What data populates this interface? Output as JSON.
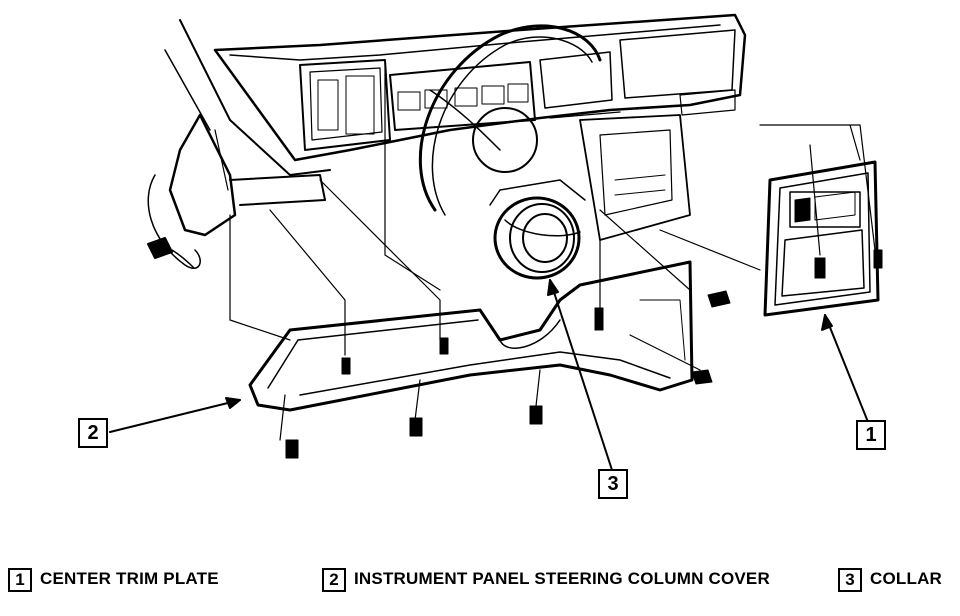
{
  "callouts": [
    "1",
    "2",
    "3"
  ],
  "legend": [
    {
      "number": "1",
      "label": "CENTER TRIM PLATE"
    },
    {
      "number": "2",
      "label": "INSTRUMENT PANEL STEERING COLUMN COVER"
    },
    {
      "number": "3",
      "label": "COLLAR"
    }
  ],
  "colors": {
    "ink": "#000000",
    "paper": "#ffffff"
  }
}
